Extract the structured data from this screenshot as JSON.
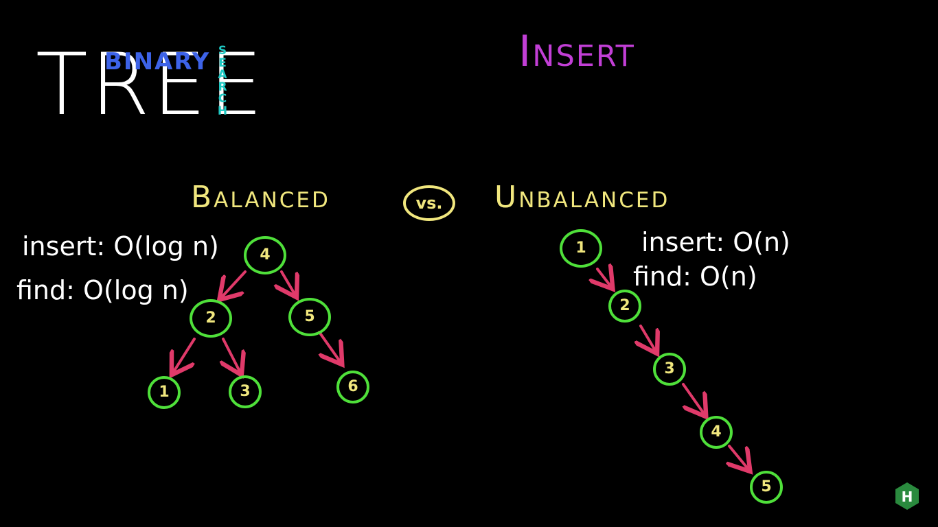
{
  "title": {
    "tree": "TREE",
    "binary": "BINARY",
    "search": [
      "S",
      "E",
      "A",
      "R",
      "C",
      "H"
    ]
  },
  "insert_heading": "Insert",
  "balanced": {
    "heading": "Balanced",
    "insert_label": "insert: O(log n)",
    "find_label": "find: O(log n)",
    "nodes": [
      "4",
      "2",
      "5",
      "1",
      "3",
      "6"
    ]
  },
  "vs_label": "vs.",
  "unbalanced": {
    "heading": "Unbalanced",
    "insert_label": "insert: O(n)",
    "find_label": "find: O(n)",
    "nodes": [
      "1",
      "2",
      "3",
      "4",
      "5"
    ]
  },
  "logo_letter": "H",
  "colors": {
    "background": "#000000",
    "binary": "#3d63e8",
    "search": "#1fc9c4",
    "insert": "#c23fd6",
    "heading": "#f1e77e",
    "node_border": "#4fe03a",
    "edge": "#e03a6a",
    "logo": "#2a8a3e"
  }
}
